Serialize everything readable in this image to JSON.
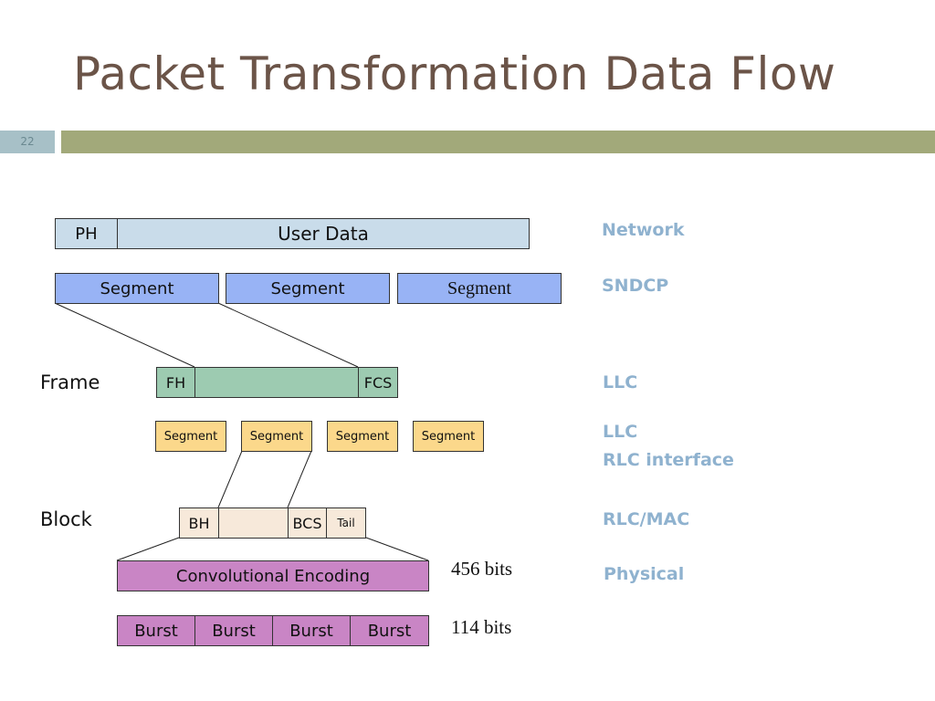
{
  "title": "Packet Transformation Data Flow",
  "slide_number": "22",
  "network_row": {
    "header": "PH",
    "data": "User Data"
  },
  "sndcp_row": {
    "segments": [
      "Segment",
      "Segment",
      "Segment"
    ]
  },
  "frame_row": {
    "label": "Frame",
    "header": "FH",
    "trailer": "FCS"
  },
  "llc_segments": [
    "Segment",
    "Segment",
    "Segment",
    "Segment"
  ],
  "block_row": {
    "label": "Block",
    "header": "BH",
    "check": "BCS",
    "tail": "Tail"
  },
  "encoding": {
    "label": "Convolutional Encoding",
    "bits": "456 bits"
  },
  "bursts": {
    "items": [
      "Burst",
      "Burst",
      "Burst",
      "Burst"
    ],
    "bits": "114 bits"
  },
  "layers": {
    "network": "Network",
    "sndcp": "SNDCP",
    "llc": "LLC",
    "llc_rlc_line1": "LLC",
    "llc_rlc_line2": "RLC interface",
    "rlc_mac": "RLC/MAC",
    "physical": "Physical"
  },
  "colors": {
    "title": "#6b5448",
    "accent_bar": "#a2a97a",
    "slide_number_bg": "#a7c0c7",
    "layer_label": "#8fb2cf",
    "user_data": "#c9dcea",
    "segment": "#98b3f5",
    "frame": "#9dcbb1",
    "llc_segment": "#fbd88b",
    "block": "#f7e9da",
    "encoding": "#c985c5"
  }
}
